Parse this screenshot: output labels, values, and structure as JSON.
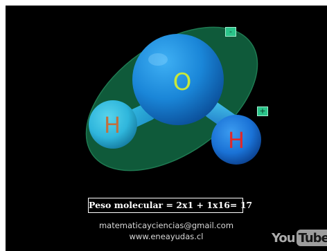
{
  "molecule": {
    "oxygen_label": "O",
    "hydrogen_left_label": "H",
    "hydrogen_right_label": "H",
    "charge_negative": "-",
    "charge_positive": "+"
  },
  "caption": {
    "formula": "Peso molecular = 2x1 + 1x16= 17",
    "email": "matematicayciencias@gmail.com",
    "website": "www.eneayudas.cl"
  },
  "watermark": {
    "you": "You",
    "tube": "Tube"
  },
  "colors": {
    "background": "#000000",
    "ellipse": "#0f5a3a",
    "oxygen": "#1a86d8",
    "hydrogen_left": "#2fb6dc",
    "hydrogen_right": "#1a72d6",
    "oxygen_label": "#c8e83a",
    "hydrogen_left_label": "#c0703e",
    "hydrogen_right_label": "#e0282a",
    "badge": "#2bc48a"
  }
}
